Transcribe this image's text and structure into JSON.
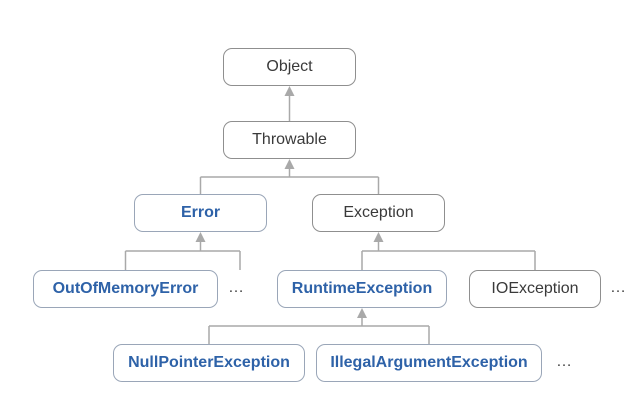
{
  "diagram": {
    "nodes": {
      "object": {
        "label": "Object",
        "highlight": false
      },
      "throwable": {
        "label": "Throwable",
        "highlight": false
      },
      "error": {
        "label": "Error",
        "highlight": true
      },
      "exception": {
        "label": "Exception",
        "highlight": false
      },
      "out_of_memory_error": {
        "label": "OutOfMemoryError",
        "highlight": true
      },
      "runtime_exception": {
        "label": "RuntimeException",
        "highlight": true
      },
      "io_exception": {
        "label": "IOException",
        "highlight": false
      },
      "null_pointer_exception": {
        "label": "NullPointerException",
        "highlight": true
      },
      "illegal_argument_exception": {
        "label": "IllegalArgumentException",
        "highlight": true
      }
    },
    "ellipses": {
      "error_subclasses": "…",
      "exception_subclasses": "…",
      "runtime_subclasses": "…"
    },
    "edges": [
      {
        "child": "throwable",
        "parent": "object"
      },
      {
        "child": "error",
        "parent": "throwable"
      },
      {
        "child": "exception",
        "parent": "throwable"
      },
      {
        "child": "out_of_memory_error",
        "parent": "error"
      },
      {
        "child": "runtime_exception",
        "parent": "exception"
      },
      {
        "child": "io_exception",
        "parent": "exception"
      },
      {
        "child": "null_pointer_exception",
        "parent": "runtime_exception"
      },
      {
        "child": "illegal_argument_exception",
        "parent": "runtime_exception"
      }
    ],
    "colors": {
      "highlight_text": "#2e62a8",
      "normal_text": "#3a3a3a",
      "border": "#8f8f8f",
      "connector": "#a9a9a9"
    }
  }
}
